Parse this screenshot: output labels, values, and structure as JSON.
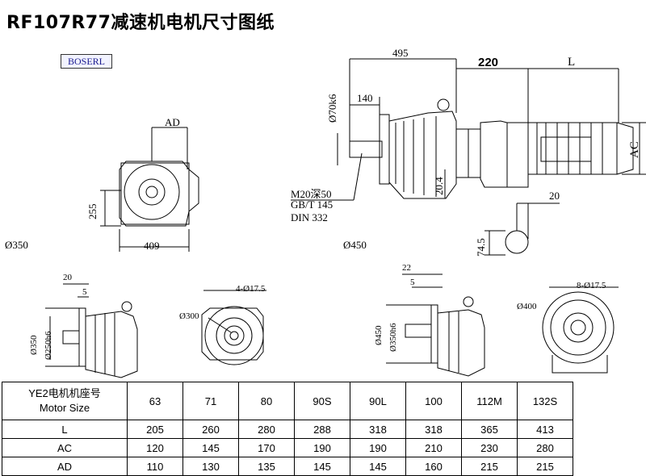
{
  "title": "RF107R77减速机电机尺寸图纸",
  "logo": "BOSERL",
  "dims": {
    "d495": "495",
    "d220": "220",
    "dL": "L",
    "d140": "140",
    "d70": "Ø70k6",
    "dAC": "AC",
    "d20": "20",
    "d745": "74.5",
    "d204": "20.4",
    "thread1": "M20深50",
    "thread2": "GB/T 145",
    "thread3": "DIN 332",
    "dAD": "AD",
    "d255": "255",
    "d409": "409",
    "d350": "Ø350",
    "d450": "Ø450",
    "f1_20": "20",
    "f1_5": "5",
    "f1_350": "Ø350",
    "f1_250": "Ø250h6",
    "f1_300": "Ø300",
    "f1_holes": "4-Ø17.5",
    "f2_22": "22",
    "f2_5": "5",
    "f2_450": "Ø450",
    "f2_350": "Ø350h6",
    "f2_400": "Ø400",
    "f2_holes": "8-Ø17.5"
  },
  "table": {
    "header_line1": "YE2电机机座号",
    "header_line2": "Motor Size",
    "sizes": [
      "63",
      "71",
      "80",
      "90S",
      "90L",
      "100",
      "112M",
      "132S"
    ],
    "rows": [
      {
        "label": "L",
        "values": [
          "205",
          "260",
          "280",
          "288",
          "318",
          "318",
          "365",
          "413"
        ]
      },
      {
        "label": "AC",
        "values": [
          "120",
          "145",
          "170",
          "190",
          "190",
          "210",
          "230",
          "280"
        ]
      },
      {
        "label": "AD",
        "values": [
          "110",
          "130",
          "135",
          "145",
          "145",
          "160",
          "215",
          "215"
        ]
      }
    ]
  }
}
